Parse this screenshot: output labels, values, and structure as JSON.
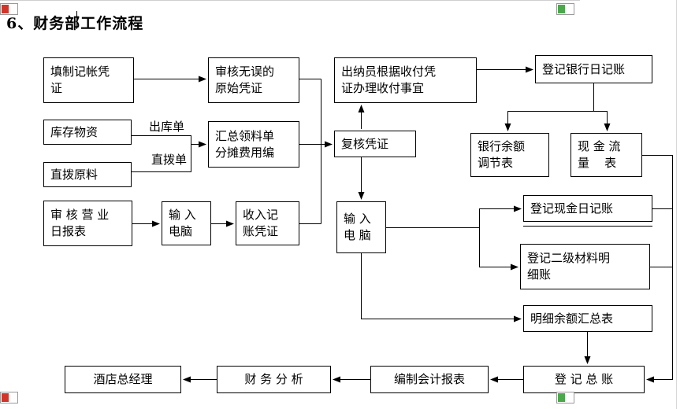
{
  "title": "6、财务部工作流程",
  "nodes": {
    "fill_voucher": {
      "lines": [
        "填制记帐凭",
        "证"
      ]
    },
    "verified_original": {
      "lines": [
        "审核无误的",
        "原始凭证"
      ]
    },
    "cashier": {
      "lines": [
        "出纳员根据收付凭",
        "证办理收付事宜"
      ]
    },
    "bank_journal": {
      "lines": [
        "登记银行日记账"
      ]
    },
    "inventory": {
      "lines": [
        "库存物资"
      ]
    },
    "direct_material": {
      "lines": [
        "直拨原料"
      ]
    },
    "summary_requisition": {
      "lines": [
        "汇总领料单",
        "分摊费用编"
      ]
    },
    "review_voucher": {
      "lines": [
        "复核凭证"
      ]
    },
    "bank_reconciliation": {
      "lines": [
        "银行余额",
        "调节表"
      ]
    },
    "cash_flow": {
      "lines": [
        "现 金 流",
        "量    表"
      ]
    },
    "review_daily_report": {
      "lines": [
        "审 核 营 业",
        "日报表"
      ]
    },
    "computer_input_left": {
      "lines": [
        "输 入",
        "电脑"
      ]
    },
    "income_voucher": {
      "lines": [
        "收入记",
        "账凭证"
      ]
    },
    "computer_input_right": {
      "lines": [
        "输 入",
        "电 脑"
      ]
    },
    "cash_journal": {
      "lines": [
        "登记现金日记账"
      ]
    },
    "material_ledger": {
      "lines": [
        "登记二级材料明",
        "细账"
      ]
    },
    "detail_balance_summary": {
      "lines": [
        "明细余额汇总表"
      ]
    },
    "general_ledger": {
      "lines": [
        "登 记 总 账"
      ]
    },
    "financial_statements": {
      "lines": [
        "编制会计报表"
      ]
    },
    "financial_analysis": {
      "lines": [
        "财 务 分 析"
      ]
    },
    "general_manager": {
      "lines": [
        "酒店总经理"
      ]
    }
  },
  "edge_labels": {
    "outbound_slip": "出库单",
    "direct_slip": "直拨单"
  },
  "edges": [
    [
      "fill_voucher",
      "verified_original"
    ],
    [
      "verified_original",
      "review_voucher"
    ],
    [
      "inventory",
      "summary_requisition"
    ],
    [
      "direct_material",
      "summary_requisition"
    ],
    [
      "summary_requisition",
      "review_voucher"
    ],
    [
      "income_voucher",
      "review_voucher"
    ],
    [
      "review_voucher",
      "cashier"
    ],
    [
      "cashier",
      "bank_journal"
    ],
    [
      "bank_journal",
      "bank_reconciliation"
    ],
    [
      "bank_journal",
      "cash_flow"
    ],
    [
      "review_voucher",
      "computer_input_right"
    ],
    [
      "review_daily_report",
      "computer_input_left"
    ],
    [
      "computer_input_left",
      "income_voucher"
    ],
    [
      "computer_input_right",
      "cash_journal"
    ],
    [
      "computer_input_right",
      "material_ledger"
    ],
    [
      "computer_input_right",
      "detail_balance_summary"
    ],
    [
      "cash_flow",
      "general_ledger"
    ],
    [
      "cash_journal",
      "general_ledger"
    ],
    [
      "material_ledger",
      "general_ledger"
    ],
    [
      "detail_balance_summary",
      "general_ledger"
    ],
    [
      "general_ledger",
      "financial_statements"
    ],
    [
      "financial_statements",
      "financial_analysis"
    ],
    [
      "financial_analysis",
      "general_manager"
    ]
  ],
  "marker_colors": {
    "red": "#d2342a",
    "green": "#4ba84b"
  }
}
